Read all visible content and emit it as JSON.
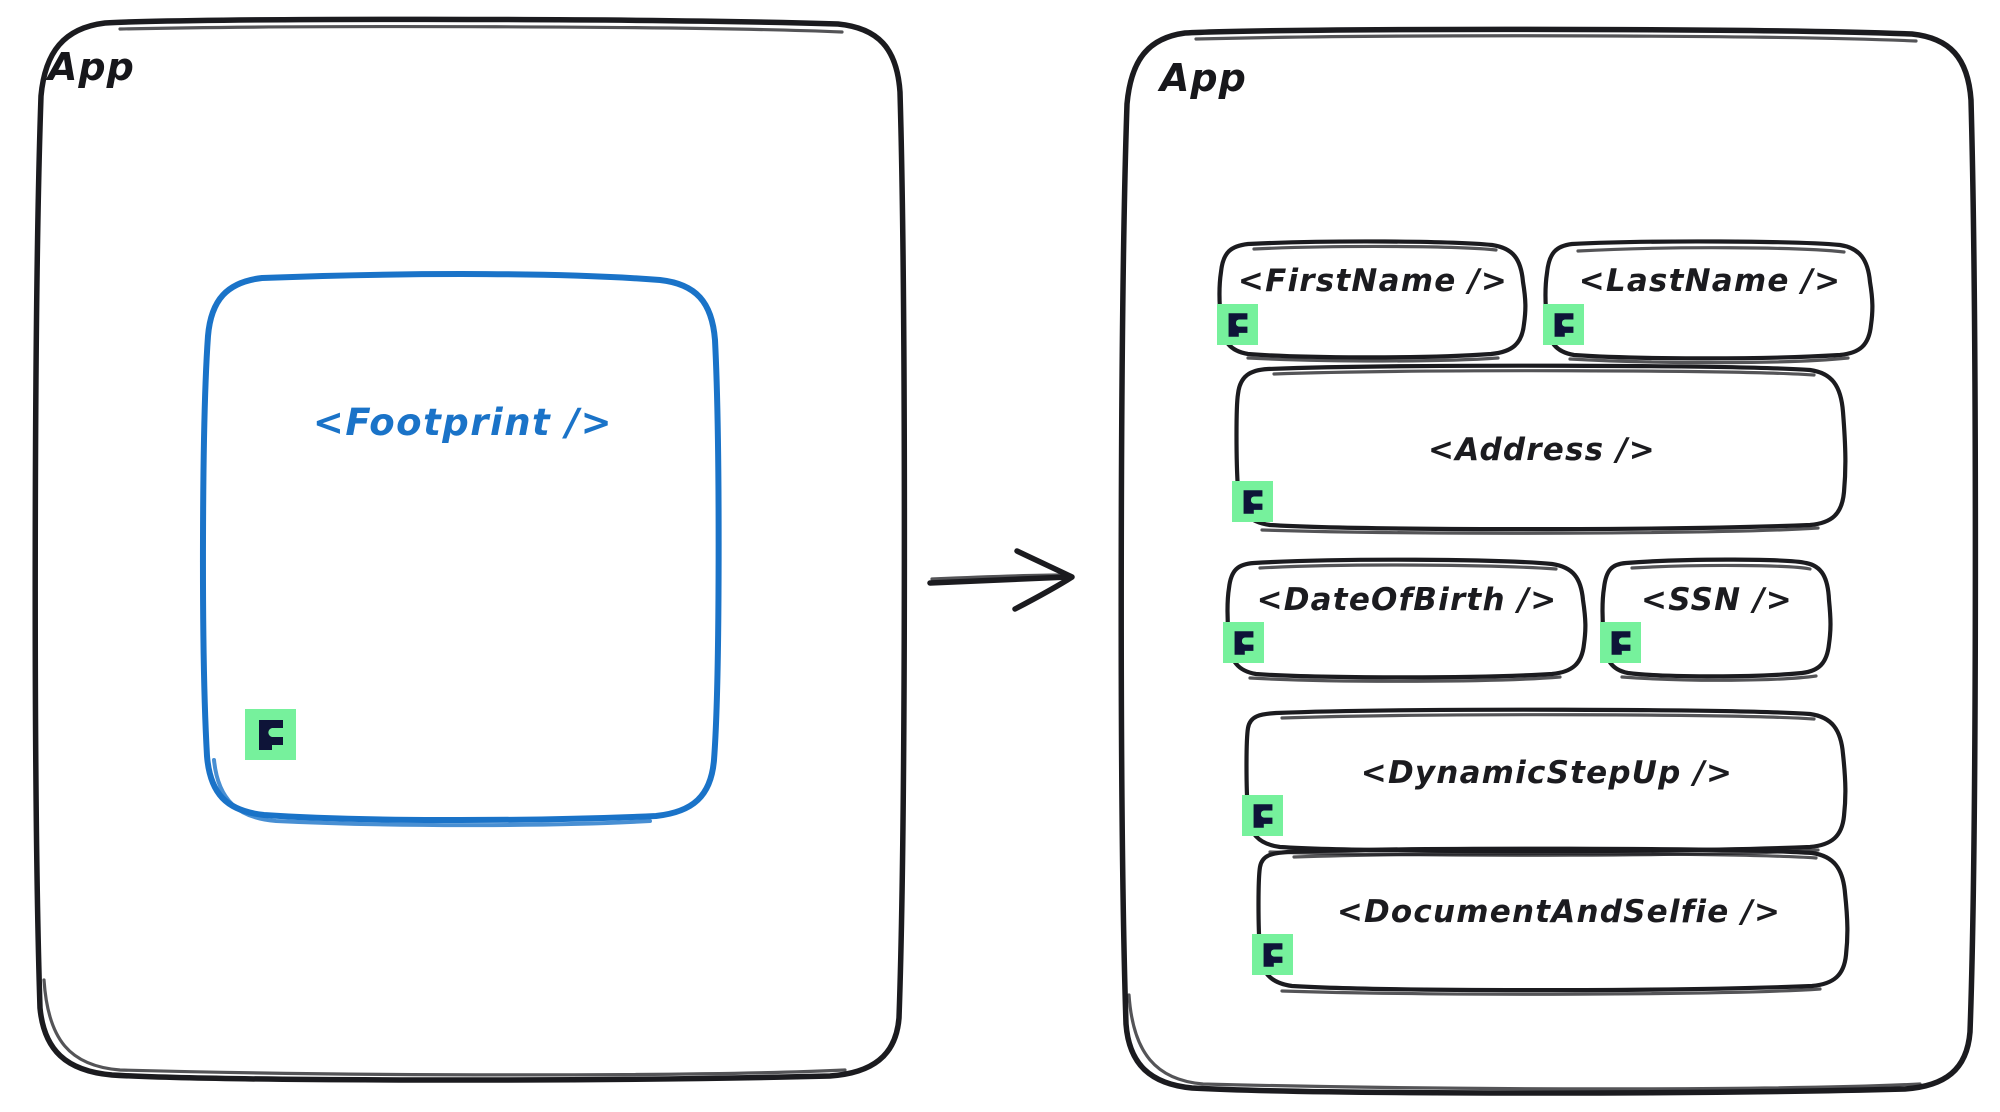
{
  "diagram": {
    "type": "flow-comparison",
    "description": "Footprint one-line integration versus individual component integration",
    "arrow": {
      "name": "transforms-into",
      "glyph": "→"
    },
    "colors": {
      "stroke": "#1b1b1f",
      "accent_blue": "#1a73c8",
      "badge_green": "#76f19c",
      "badge_mark": "#0e1438",
      "background": "#ffffff"
    }
  },
  "left_panel": {
    "title": "App",
    "component": {
      "label": "<Footprint />",
      "badge_icon": "footprint-f-icon"
    }
  },
  "right_panel": {
    "title": "App",
    "fields": [
      {
        "label": "<FirstName />",
        "badge_icon": "footprint-f-icon"
      },
      {
        "label": "<LastName />",
        "badge_icon": "footprint-f-icon"
      },
      {
        "label": "<Address />",
        "badge_icon": "footprint-f-icon"
      },
      {
        "label": "<DateOfBirth />",
        "badge_icon": "footprint-f-icon"
      },
      {
        "label": "<SSN />",
        "badge_icon": "footprint-f-icon"
      },
      {
        "label": "<DynamicStepUp />",
        "badge_icon": "footprint-f-icon"
      },
      {
        "label": "<DocumentAndSelfie />",
        "badge_icon": "footprint-f-icon"
      }
    ]
  }
}
